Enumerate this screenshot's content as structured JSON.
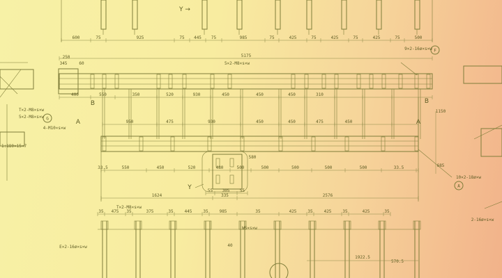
{
  "drawing": {
    "view_label_y": "Y →",
    "detail_label": "Y",
    "section_b": "B",
    "section_a": "A",
    "callouts": {
      "F": "F",
      "A": "A",
      "G": "G"
    },
    "notes": {
      "top_right": "9×2-16ø×s×w",
      "bolt_note": "5×2-M8×s×w",
      "bottom_right": "10×2-18ø×w",
      "left_note": "4-M10×s×w",
      "left_note2": "1:180×15×7",
      "left_note3": "T×2-M8×s×w",
      "left_note4": "5×2-M8×s×w",
      "bottom_left": "E×2-16ø×s×w",
      "right_side": "2-16ø×s×w",
      "bottom_mid": "T×2-M8×s×w",
      "ws_note": "WS×s×w"
    },
    "top_dims": [
      "600",
      "75",
      "925",
      "75",
      "445",
      "75",
      "985",
      "75",
      "425",
      "75",
      "425",
      "75",
      "425",
      "75",
      "500"
    ],
    "overall_top": "5175",
    "upper_small": [
      "250",
      "345",
      "60"
    ],
    "mid_dims": [
      "400",
      "550",
      "350",
      "520",
      "930",
      "450",
      "450",
      "450",
      "310"
    ],
    "rail_dims": [
      "950",
      "475",
      "930",
      "450",
      "450",
      "475",
      "450"
    ],
    "lower_dims": [
      "33.5",
      "550",
      "450",
      "520",
      "480",
      "500",
      "500",
      "500",
      "500",
      "500",
      "33.5"
    ],
    "bottom_dims": [
      "1624",
      "335",
      "2576"
    ],
    "detail_dims": [
      "55",
      "305",
      "55"
    ],
    "side_dims": [
      "1150",
      "685",
      "580"
    ],
    "bottom_row_dims": [
      "35",
      "475",
      "35",
      "375",
      "35",
      "445",
      "35",
      "985",
      "35",
      "425",
      "35",
      "425",
      "35",
      "425",
      "35"
    ],
    "bottom_misc": [
      "1922.5",
      "570.5",
      "40"
    ]
  }
}
